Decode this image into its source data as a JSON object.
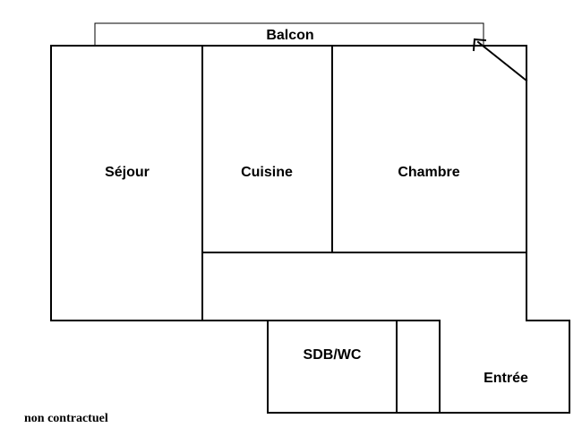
{
  "plan": {
    "rooms": {
      "balcon": "Balcon",
      "sejour": "Séjour",
      "cuisine": "Cuisine",
      "chambre": "Chambre",
      "sdb_wc": "SDB/WC",
      "entree": "Entrée"
    },
    "note": "non contractuel"
  }
}
